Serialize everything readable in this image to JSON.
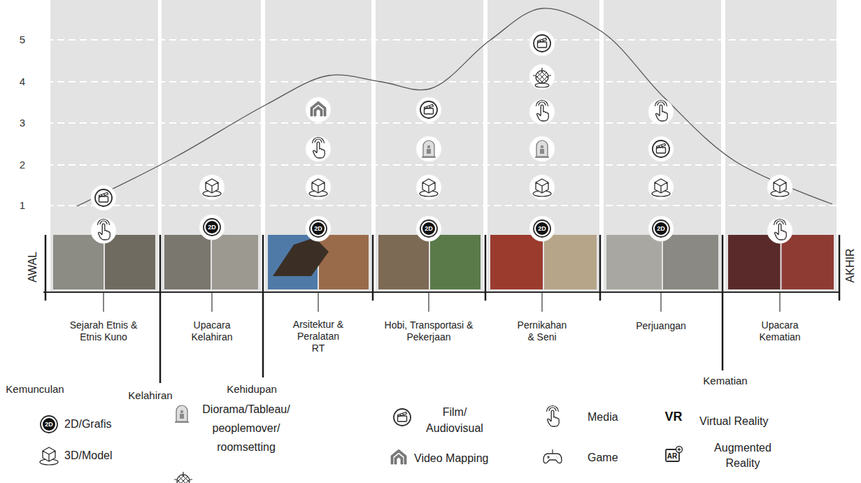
{
  "diagram": {
    "labels": [
      "5",
      "4",
      "3",
      "2",
      "1",
      "2D",
      "2D",
      "2D",
      "2D",
      "2D",
      "AWAL",
      "Sejarah Etnis & Etnis Kuno",
      "Upacara Kelahiran",
      "Arsitektur & Peralatan RT",
      "Hobi, Transportasi & Pekerjaan",
      "Pernikahan & Seni",
      "Perjuangan",
      "Upacara Kematian",
      "AKHIR",
      "Kemunculan",
      "Kelahiran",
      "Kehidupan",
      "Kematian",
      "2D",
      "VR",
      "AR"
    ],
    "legend": [
      {
        "text": "2D/Grafis"
      },
      {
        "text": "3D/Model"
      },
      {
        "text": "Diorama/Tableau/ peoplemover/ roomsetting"
      },
      {
        "text": "Film/ Audiovisual"
      },
      {
        "text": "Video Mapping"
      },
      {
        "text": "Media"
      },
      {
        "text": "Game"
      },
      {
        "text": "Virtual Reality"
      },
      {
        "text": "Augmented Reality"
      }
    ]
  }
}
